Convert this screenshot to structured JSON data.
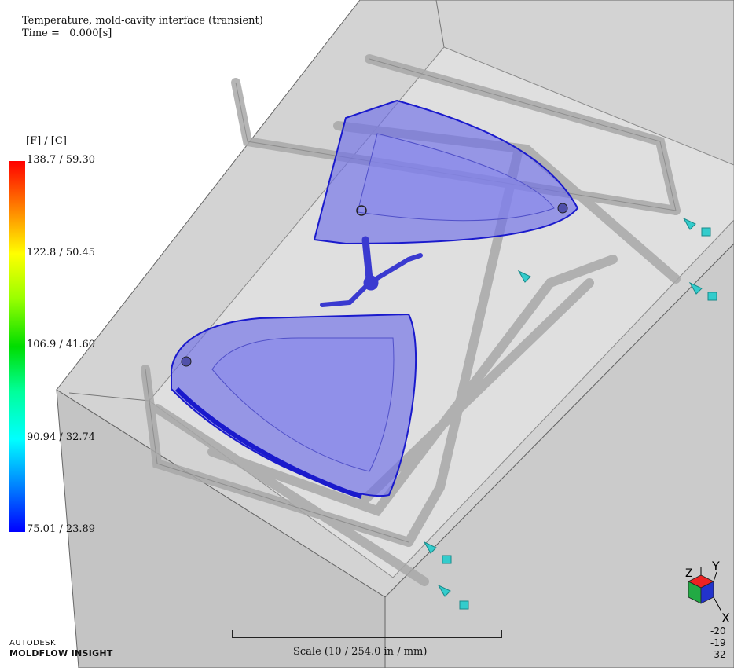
{
  "result": {
    "title": "Temperature, mold-cavity interface (transient)",
    "time_label": "Time =",
    "time_value": "0.000[s]"
  },
  "legend": {
    "units": "[F] / [C]",
    "ticks": [
      "138.7 / 59.30",
      "122.8 / 50.45",
      "106.9 / 41.60",
      "90.94 / 32.74",
      "75.01 / 23.89"
    ],
    "color_max": "#ff0000",
    "color_min": "#0000ff"
  },
  "scale": {
    "label": "Scale (10 / 254.0 in / mm)"
  },
  "triad": {
    "x": "X",
    "y": "Y",
    "z": "Z"
  },
  "coords": {
    "x": "-20",
    "y": "-19",
    "z": "-32"
  },
  "branding": {
    "line1": "AUTODESK",
    "line2": "MOLDFLOW INSIGHT"
  },
  "colors": {
    "part": "#6e6ee8",
    "runner": "#3a3ad0",
    "coolant_arrow": "#33cccc",
    "mold_block": "#d8d8d8"
  }
}
